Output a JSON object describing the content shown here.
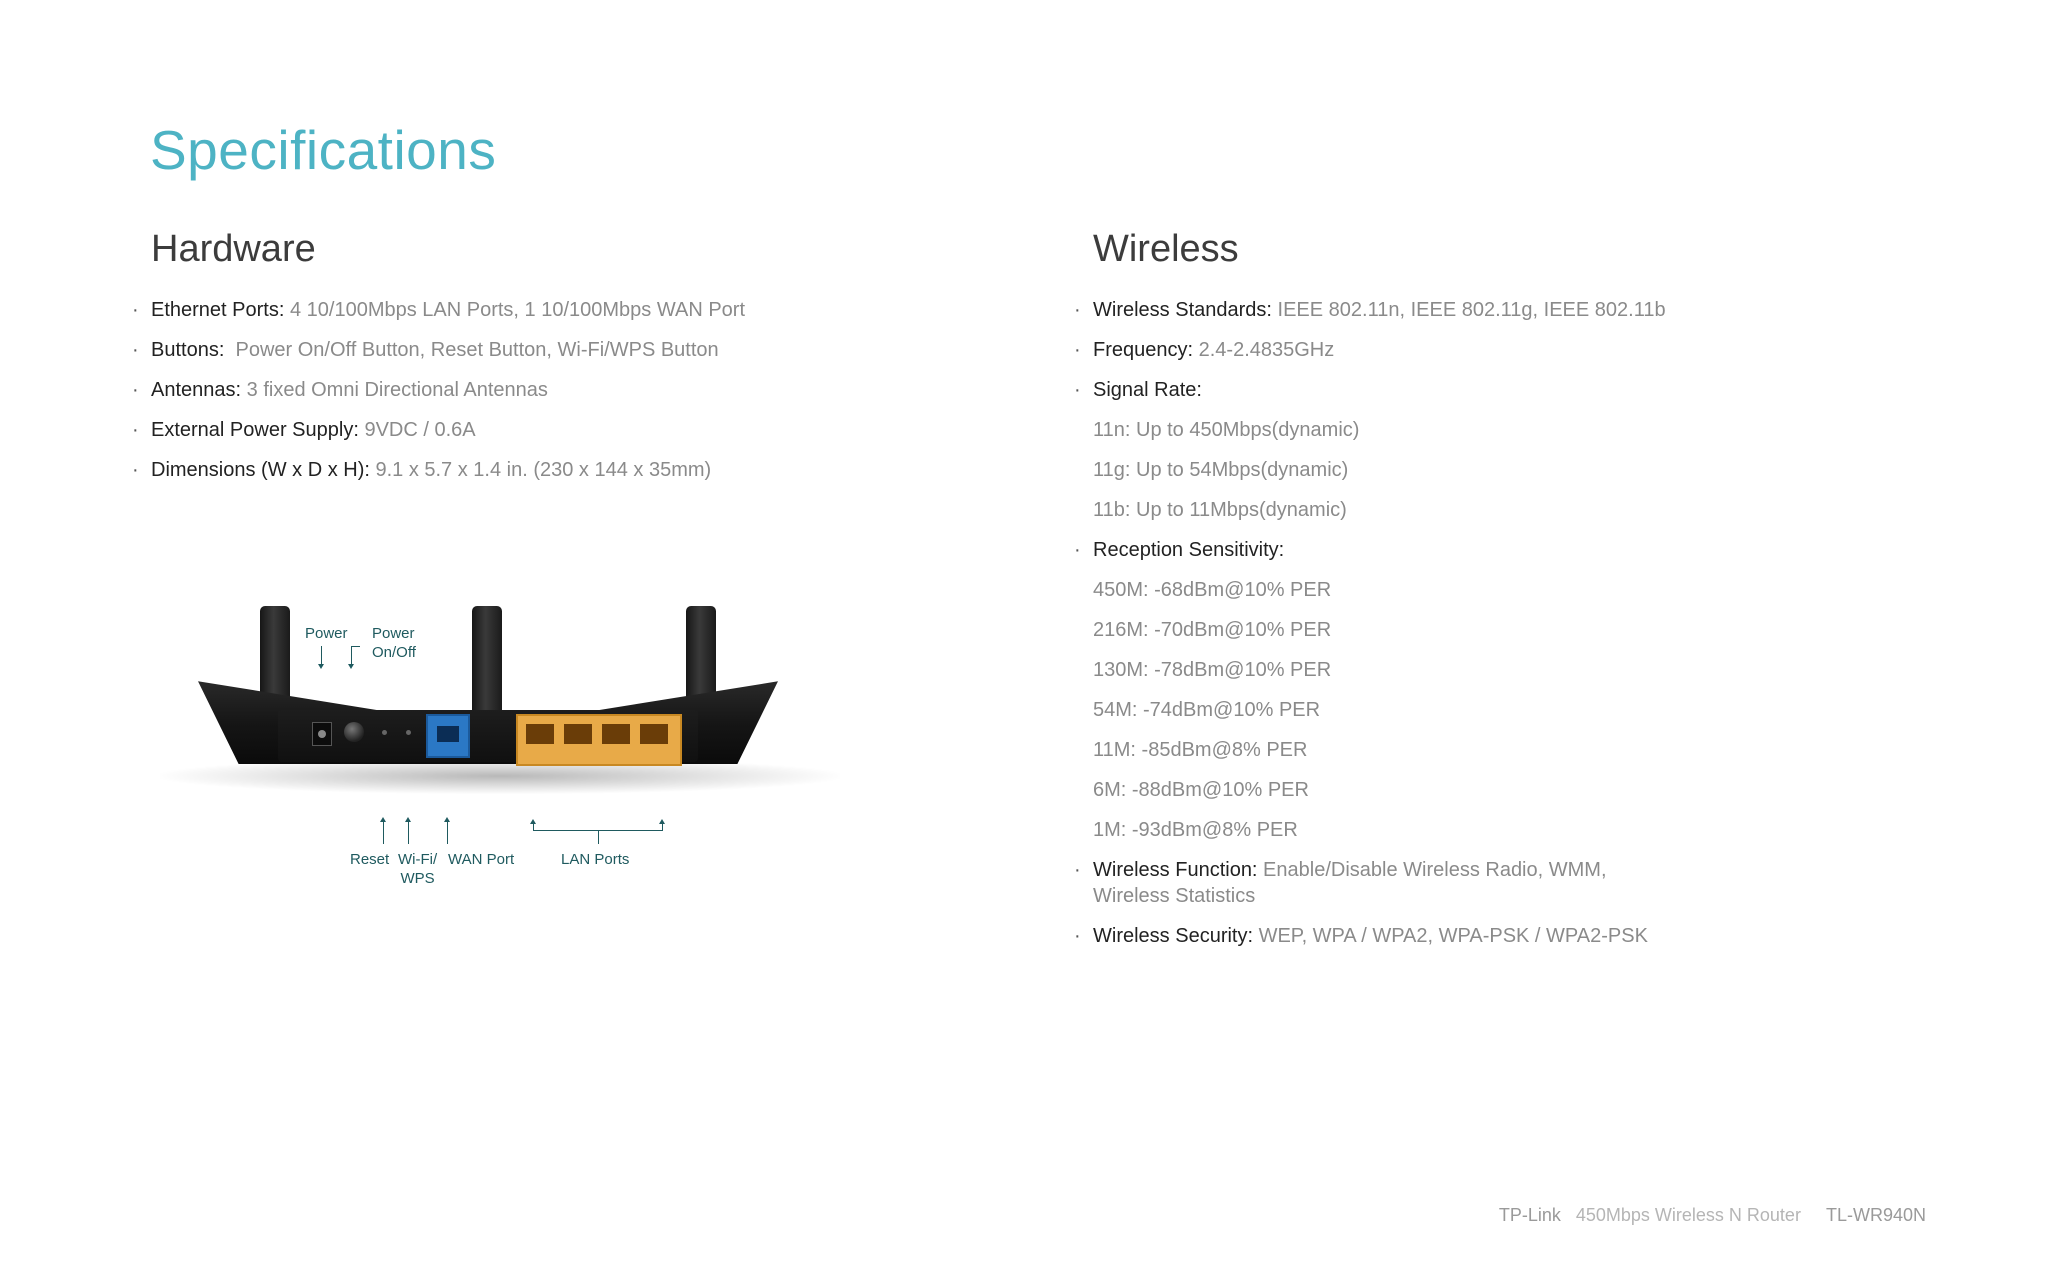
{
  "page": {
    "title": "Specifications"
  },
  "hardware": {
    "title": "Hardware",
    "items": [
      {
        "label": "Ethernet Ports:",
        "value": " 4 10/100Mbps LAN Ports, 1 10/100Mbps WAN Port"
      },
      {
        "label": "Buttons:",
        "value": "  Power On/Off Button, Reset Button, Wi-Fi/WPS Button"
      },
      {
        "label": "Antennas:",
        "value": " 3 fixed Omni Directional Antennas"
      },
      {
        "label": "External Power Supply:",
        "value": " 9VDC / 0.6A"
      },
      {
        "label": "Dimensions (W x D x H):",
        "value": " 9.1 x 5.7 x 1.4 in. (230 x 144 x 35mm)"
      }
    ]
  },
  "wireless": {
    "title": "Wireless",
    "standards": {
      "label": "Wireless Standards:",
      "value": " IEEE 802.11n, IEEE 802.11g, IEEE 802.11b"
    },
    "frequency": {
      "label": "Frequency:",
      "value": " 2.4-2.4835GHz"
    },
    "signal_rate": {
      "label": "Signal Rate:",
      "lines": [
        "11n: Up to 450Mbps(dynamic)",
        "11g: Up to 54Mbps(dynamic)",
        "11b: Up to 11Mbps(dynamic)"
      ]
    },
    "reception": {
      "label": "Reception Sensitivity:",
      "lines": [
        "450M: -68dBm@10% PER",
        "216M: -70dBm@10% PER",
        "130M: -78dBm@10% PER",
        "54M: -74dBm@10% PER",
        "11M: -85dBm@8% PER",
        "6M: -88dBm@10% PER",
        "1M: -93dBm@8% PER"
      ]
    },
    "function": {
      "label": "Wireless Function:",
      "value": " Enable/Disable Wireless Radio, WMM,",
      "value2": "Wireless Statistics"
    },
    "security": {
      "label": "Wireless Security:",
      "value": " WEP, WPA / WPA2, WPA-PSK / WPA2-PSK"
    }
  },
  "router_image": {
    "callouts": {
      "power": "Power",
      "power_onoff_1": "Power",
      "power_onoff_2": "On/Off",
      "reset": "Reset",
      "wifi_wps_1": "Wi-Fi/",
      "wifi_wps_2": "WPS",
      "wan_port": "WAN Port",
      "lan_ports": "LAN Ports"
    }
  },
  "footer": {
    "brand": "TP-Link",
    "product": "450Mbps Wireless N Router",
    "model": "TL-WR940N"
  },
  "colors": {
    "title_accent": "#4db3c4",
    "callout_text": "#1f5a5f",
    "lan_ports": "#e8aa48",
    "wan_port": "#2b78c5"
  }
}
